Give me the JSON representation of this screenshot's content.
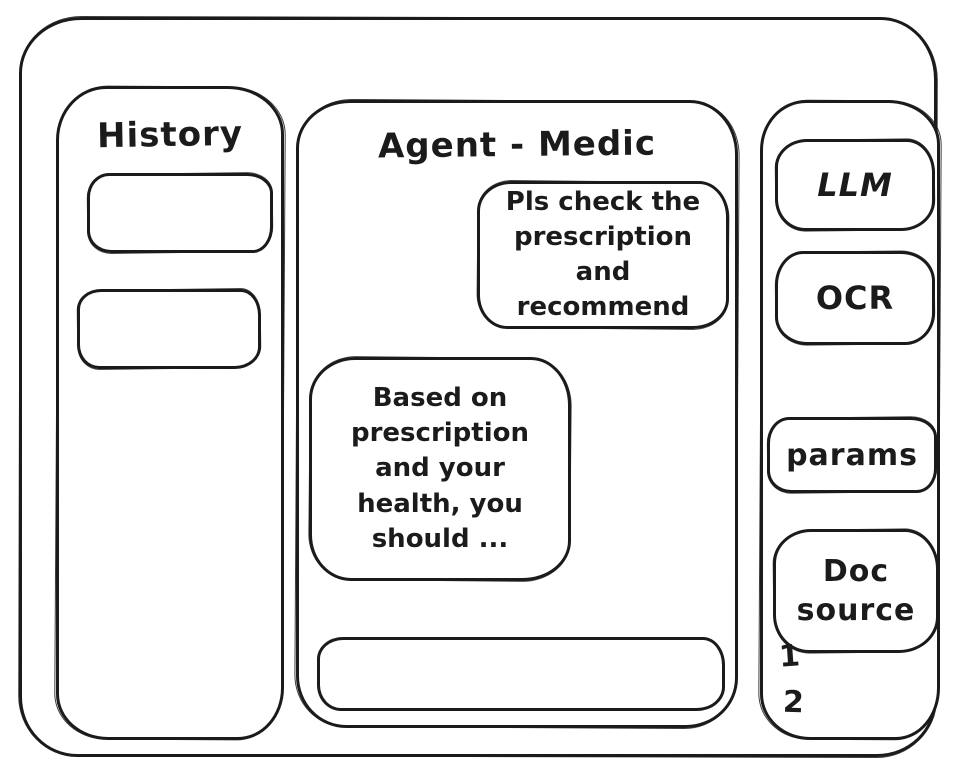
{
  "colors": {
    "ink": "#1b1b1b",
    "background": "#ffffff"
  },
  "history_panel": {
    "title": "History",
    "items": [
      {
        "label": ""
      },
      {
        "label": ""
      }
    ]
  },
  "chat_panel": {
    "title": "Agent - Medic",
    "messages": [
      {
        "role": "user",
        "text": "Pls check the prescription and recommend"
      },
      {
        "role": "assistant",
        "text": "Based on prescription and your health, you should ..."
      }
    ],
    "input": {
      "value": "",
      "placeholder": ""
    }
  },
  "tools_panel": {
    "buttons": [
      {
        "label": "LLM"
      },
      {
        "label": "OCR"
      },
      {
        "label": "params"
      },
      {
        "label": "Doc source"
      }
    ],
    "doc_items": [
      "1",
      "2"
    ]
  }
}
